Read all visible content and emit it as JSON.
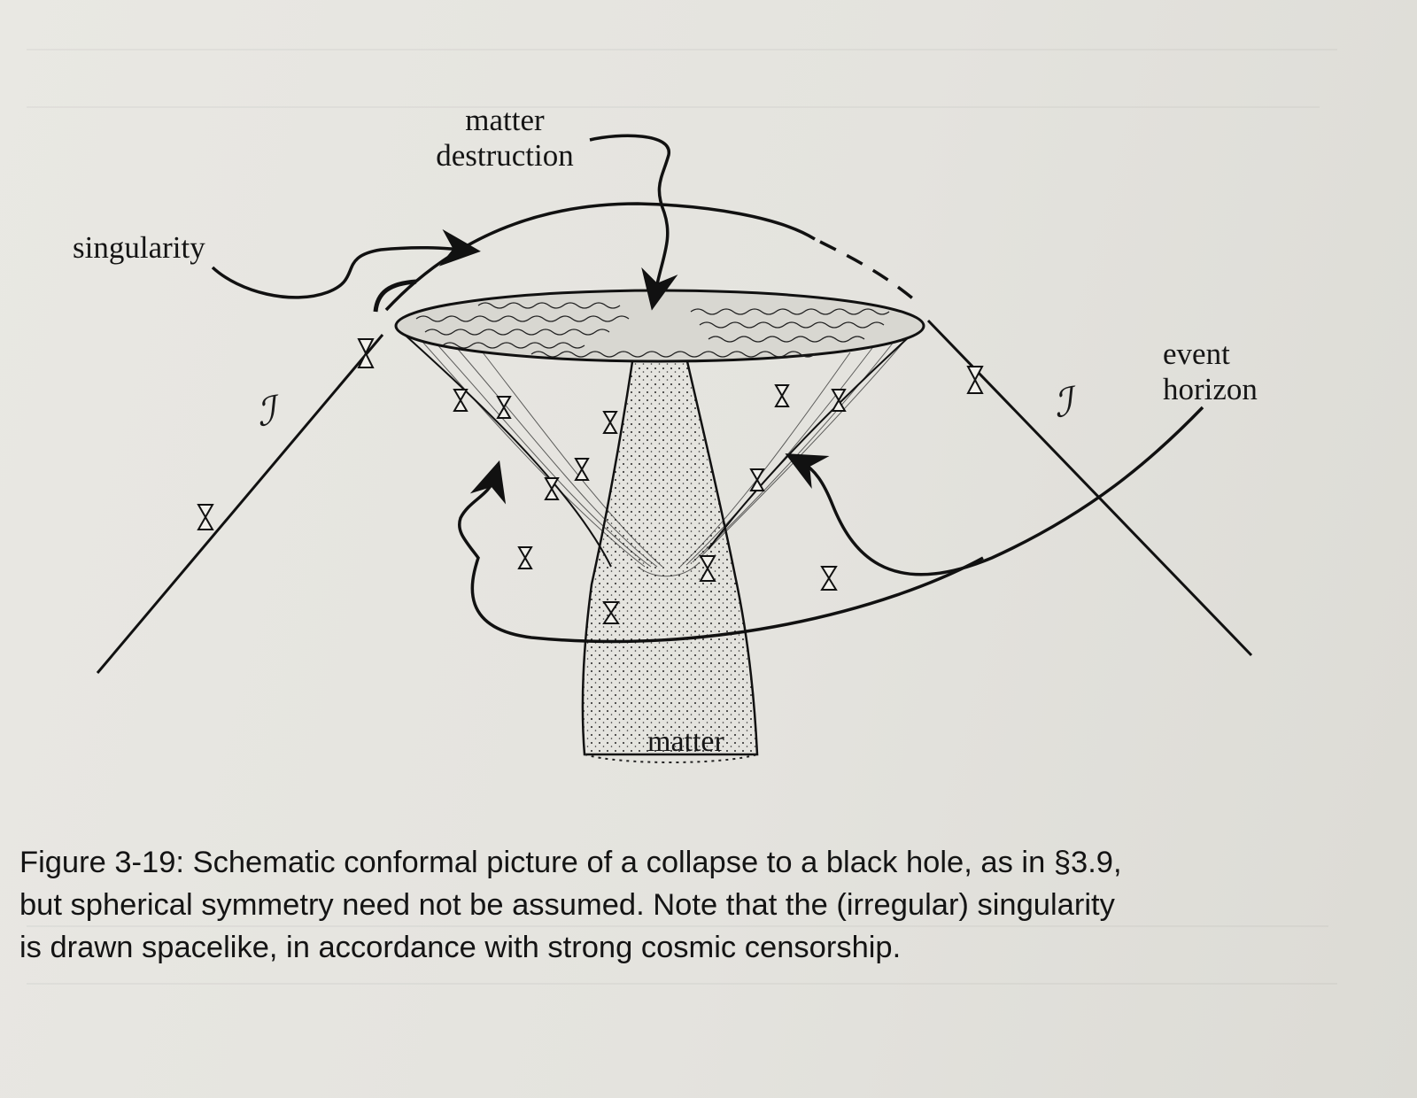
{
  "figure": {
    "labels": {
      "matter_destruction_line1": "matter",
      "matter_destruction_line2": "destruction",
      "singularity": "singularity",
      "event_horizon_line1": "event",
      "event_horizon_line2": "horizon",
      "matter": "matter",
      "scri_symbol": "ℐ"
    }
  },
  "caption": {
    "line1": "Figure 3-19:  Schematic conformal picture of a collapse to a black hole, as in §3.9,",
    "line2": "but spherical symmetry need not be assumed. Note that the (irregular) singularity",
    "line3": "is drawn spacelike, in accordance with strong cosmic censorship."
  }
}
